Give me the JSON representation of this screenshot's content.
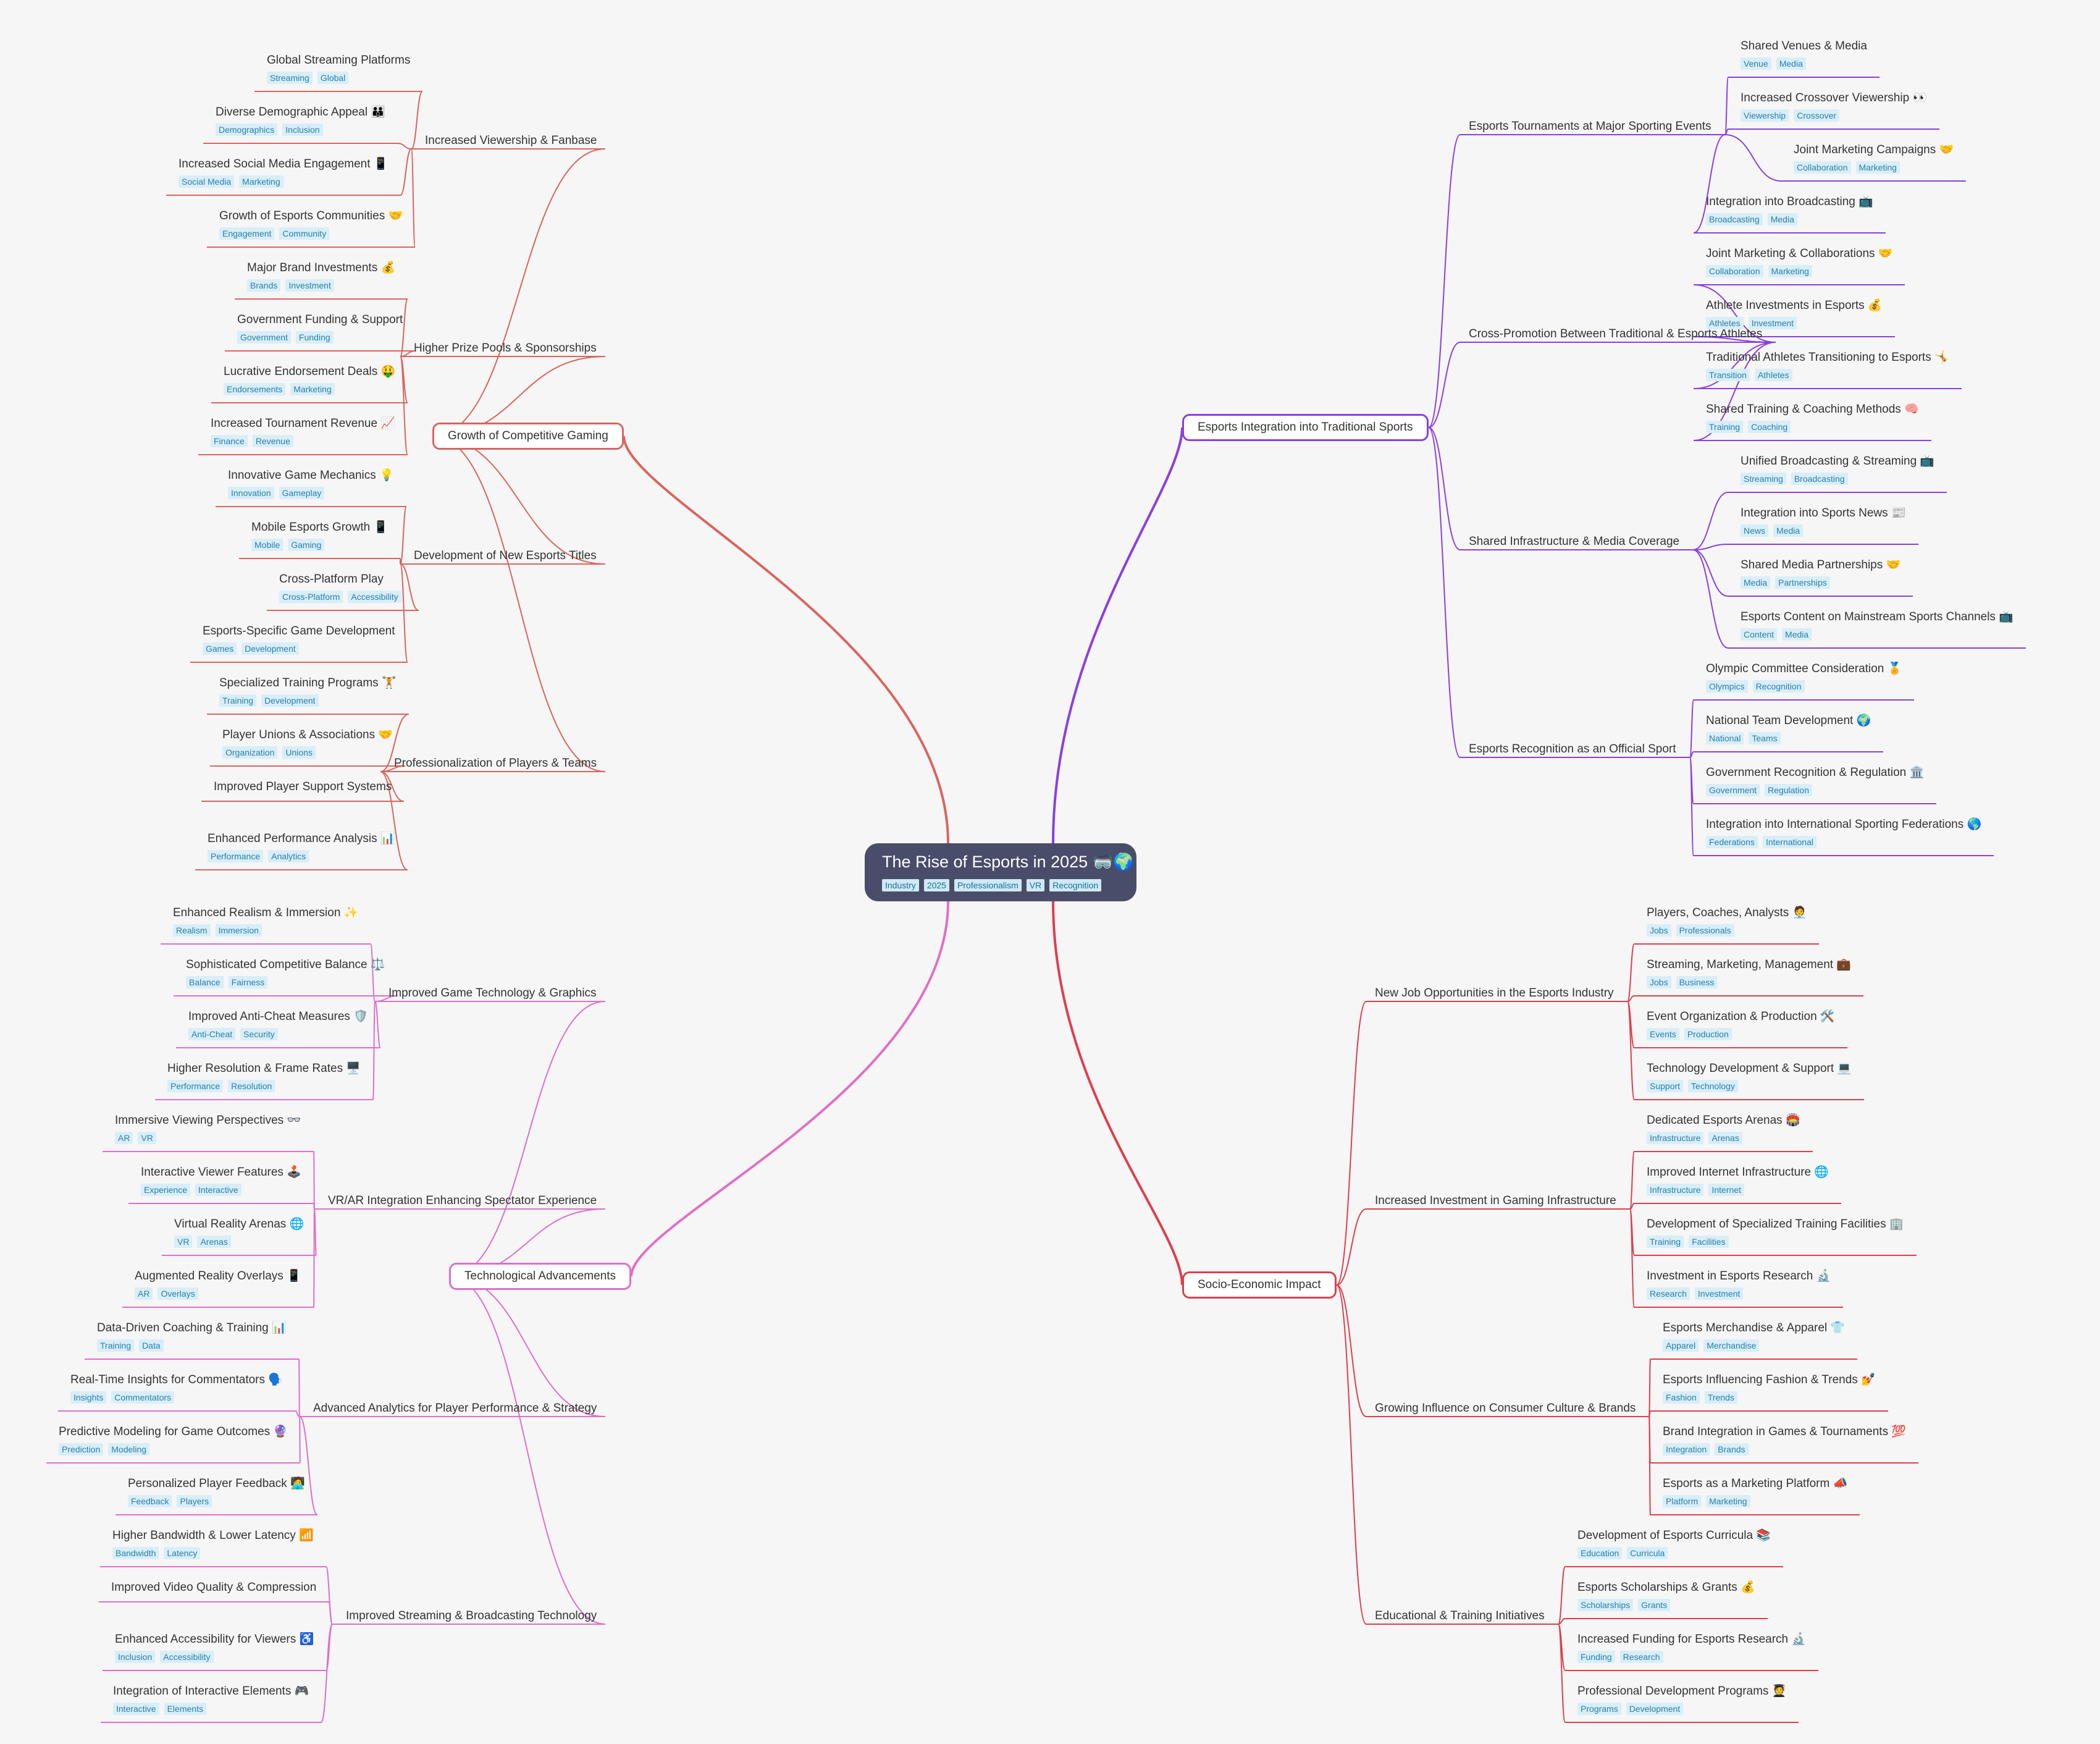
{
  "root": {
    "title": "The Rise of Esports in 2025 🥽🌍",
    "tags": [
      "Industry",
      "2025",
      "Professionalism",
      "VR",
      "Recognition"
    ]
  },
  "branches": [
    {
      "id": "growth",
      "label": "Growth of Competitive Gaming",
      "color": "#d9655f",
      "subs": [
        {
          "label": "Increased Viewership & Fanbase",
          "leaves": [
            {
              "label": "Global Streaming Platforms",
              "tags": [
                "Streaming",
                "Global"
              ]
            },
            {
              "label": "Diverse Demographic Appeal 👪",
              "tags": [
                "Demographics",
                "Inclusion"
              ]
            },
            {
              "label": "Increased Social Media Engagement 📱",
              "tags": [
                "Social Media",
                "Marketing"
              ]
            },
            {
              "label": "Growth of Esports Communities 🤝",
              "tags": [
                "Engagement",
                "Community"
              ]
            }
          ]
        },
        {
          "label": "Higher Prize Pools & Sponsorships",
          "leaves": [
            {
              "label": "Major Brand Investments 💰",
              "tags": [
                "Brands",
                "Investment"
              ]
            },
            {
              "label": "Government Funding & Support",
              "tags": [
                "Government",
                "Funding"
              ]
            },
            {
              "label": "Lucrative Endorsement Deals 🤑",
              "tags": [
                "Endorsements",
                "Marketing"
              ]
            },
            {
              "label": "Increased Tournament Revenue 📈",
              "tags": [
                "Finance",
                "Revenue"
              ]
            }
          ]
        },
        {
          "label": "Development of New Esports Titles",
          "leaves": [
            {
              "label": "Innovative Game Mechanics 💡",
              "tags": [
                "Innovation",
                "Gameplay"
              ]
            },
            {
              "label": "Mobile Esports Growth 📱",
              "tags": [
                "Mobile",
                "Gaming"
              ]
            },
            {
              "label": "Cross-Platform Play",
              "tags": [
                "Cross-Platform",
                "Accessibility"
              ]
            },
            {
              "label": "Esports-Specific Game Development",
              "tags": [
                "Games",
                "Development"
              ]
            }
          ]
        },
        {
          "label": "Professionalization of Players & Teams",
          "leaves": [
            {
              "label": "Specialized Training Programs 🏋️",
              "tags": [
                "Training",
                "Development"
              ]
            },
            {
              "label": "Player Unions & Associations 🤝",
              "tags": [
                "Organization",
                "Unions"
              ]
            },
            {
              "label": "Improved Player Support Systems",
              "tags": []
            },
            {
              "label": "Enhanced Performance Analysis 📊",
              "tags": [
                "Performance",
                "Analytics"
              ]
            }
          ]
        }
      ]
    },
    {
      "id": "tech",
      "label": "Technological Advancements",
      "color": "#df6fc8",
      "subs": [
        {
          "label": "Improved Game Technology & Graphics",
          "leaves": [
            {
              "label": "Enhanced Realism & Immersion ✨",
              "tags": [
                "Realism",
                "Immersion"
              ]
            },
            {
              "label": "Sophisticated Competitive Balance ⚖️",
              "tags": [
                "Balance",
                "Fairness"
              ]
            },
            {
              "label": "Improved Anti-Cheat Measures 🛡️",
              "tags": [
                "Anti-Cheat",
                "Security"
              ]
            },
            {
              "label": "Higher Resolution & Frame Rates 🖥️",
              "tags": [
                "Performance",
                "Resolution"
              ]
            }
          ]
        },
        {
          "label": "VR/AR Integration Enhancing Spectator Experience",
          "leaves": [
            {
              "label": "Immersive Viewing Perspectives 👓",
              "tags": [
                "AR",
                "VR"
              ]
            },
            {
              "label": "Interactive Viewer Features 🕹️",
              "tags": [
                "Experience",
                "Interactive"
              ]
            },
            {
              "label": "Virtual Reality Arenas 🌐",
              "tags": [
                "VR",
                "Arenas"
              ]
            },
            {
              "label": "Augmented Reality Overlays 📱",
              "tags": [
                "AR",
                "Overlays"
              ]
            }
          ]
        },
        {
          "label": "Advanced Analytics for Player Performance & Strategy",
          "leaves": [
            {
              "label": "Data-Driven Coaching & Training 📊",
              "tags": [
                "Training",
                "Data"
              ]
            },
            {
              "label": "Real-Time Insights for Commentators 🗣️",
              "tags": [
                "Insights",
                "Commentators"
              ]
            },
            {
              "label": "Predictive Modeling for Game Outcomes 🔮",
              "tags": [
                "Prediction",
                "Modeling"
              ]
            },
            {
              "label": "Personalized Player Feedback 🧑‍💻",
              "tags": [
                "Feedback",
                "Players"
              ]
            }
          ]
        },
        {
          "label": "Improved Streaming & Broadcasting Technology",
          "leaves": [
            {
              "label": "Higher Bandwidth & Lower Latency 📶",
              "tags": [
                "Bandwidth",
                "Latency"
              ]
            },
            {
              "label": "Improved Video Quality & Compression",
              "tags": []
            },
            {
              "label": "Enhanced Accessibility for Viewers ♿",
              "tags": [
                "Inclusion",
                "Accessibility"
              ]
            },
            {
              "label": "Integration of Interactive Elements 🎮",
              "tags": [
                "Interactive",
                "Elements"
              ]
            }
          ]
        }
      ]
    },
    {
      "id": "integration",
      "label": "Esports Integration into Traditional Sports",
      "color": "#8a3fe0",
      "subs": [
        {
          "label": "Esports Tournaments at Major Sporting Events",
          "leaves": [
            {
              "label": "Shared Venues & Media",
              "tags": [
                "Venue",
                "Media"
              ]
            },
            {
              "label": "Increased Crossover Viewership 👀",
              "tags": [
                "Viewership",
                "Crossover"
              ]
            },
            {
              "label": "Joint Marketing Campaigns 🤝",
              "tags": [
                "Collaboration",
                "Marketing"
              ]
            },
            {
              "label": "Integration into Broadcasting 📺",
              "tags": [
                "Broadcasting",
                "Media"
              ]
            }
          ]
        },
        {
          "label": "Cross-Promotion Between Traditional & Esports Athletes",
          "leaves": [
            {
              "label": "Joint Marketing & Collaborations 🤝",
              "tags": [
                "Collaboration",
                "Marketing"
              ]
            },
            {
              "label": "Athlete Investments in Esports 💰",
              "tags": [
                "Athletes",
                "Investment"
              ]
            },
            {
              "label": "Traditional Athletes Transitioning to Esports 🤸",
              "tags": [
                "Transition",
                "Athletes"
              ]
            },
            {
              "label": "Shared Training & Coaching Methods 🧠",
              "tags": [
                "Training",
                "Coaching"
              ]
            }
          ]
        },
        {
          "label": "Shared Infrastructure & Media Coverage",
          "leaves": [
            {
              "label": "Unified Broadcasting & Streaming 📺",
              "tags": [
                "Streaming",
                "Broadcasting"
              ]
            },
            {
              "label": "Integration into Sports News 📰",
              "tags": [
                "News",
                "Media"
              ]
            },
            {
              "label": "Shared Media Partnerships 🤝",
              "tags": [
                "Media",
                "Partnerships"
              ]
            },
            {
              "label": "Esports Content on Mainstream Sports Channels 📺",
              "tags": [
                "Content",
                "Media"
              ]
            }
          ]
        },
        {
          "label": "Esports Recognition as an Official Sport",
          "leaves": [
            {
              "label": "Olympic Committee Consideration 🏅",
              "tags": [
                "Olympics",
                "Recognition"
              ]
            },
            {
              "label": "National Team Development 🌍",
              "tags": [
                "National",
                "Teams"
              ]
            },
            {
              "label": "Government Recognition & Regulation 🏛️",
              "tags": [
                "Government",
                "Regulation"
              ]
            },
            {
              "label": "Integration into International Sporting Federations 🌎",
              "tags": [
                "Federations",
                "International"
              ]
            }
          ]
        }
      ]
    },
    {
      "id": "socio",
      "label": "Socio-Economic Impact",
      "color": "#de3e4e",
      "subs": [
        {
          "label": "New Job Opportunities in the Esports Industry",
          "leaves": [
            {
              "label": "Players, Coaches, Analysts 🧑‍💼",
              "tags": [
                "Jobs",
                "Professionals"
              ]
            },
            {
              "label": "Streaming, Marketing, Management 💼",
              "tags": [
                "Jobs",
                "Business"
              ]
            },
            {
              "label": "Event Organization & Production 🛠️",
              "tags": [
                "Events",
                "Production"
              ]
            },
            {
              "label": "Technology Development & Support 💻",
              "tags": [
                "Support",
                "Technology"
              ]
            }
          ]
        },
        {
          "label": "Increased Investment in Gaming Infrastructure",
          "leaves": [
            {
              "label": "Dedicated Esports Arenas 🏟️",
              "tags": [
                "Infrastructure",
                "Arenas"
              ]
            },
            {
              "label": "Improved Internet Infrastructure 🌐",
              "tags": [
                "Infrastructure",
                "Internet"
              ]
            },
            {
              "label": "Development of Specialized Training Facilities 🏢",
              "tags": [
                "Training",
                "Facilities"
              ]
            },
            {
              "label": "Investment in Esports Research 🔬",
              "tags": [
                "Research",
                "Investment"
              ]
            }
          ]
        },
        {
          "label": "Growing Influence on Consumer Culture & Brands",
          "leaves": [
            {
              "label": "Esports Merchandise & Apparel 👕",
              "tags": [
                "Apparel",
                "Merchandise"
              ]
            },
            {
              "label": "Esports Influencing Fashion & Trends 💅",
              "tags": [
                "Fashion",
                "Trends"
              ]
            },
            {
              "label": "Brand Integration in Games & Tournaments 💯",
              "tags": [
                "Integration",
                "Brands"
              ]
            },
            {
              "label": "Esports as a Marketing Platform 📣",
              "tags": [
                "Platform",
                "Marketing"
              ]
            }
          ]
        },
        {
          "label": "Educational & Training Initiatives",
          "leaves": [
            {
              "label": "Development of Esports Curricula 📚",
              "tags": [
                "Education",
                "Curricula"
              ]
            },
            {
              "label": "Esports Scholarships & Grants 💰",
              "tags": [
                "Scholarships",
                "Grants"
              ]
            },
            {
              "label": "Increased Funding for Esports Research 🔬",
              "tags": [
                "Funding",
                "Research"
              ]
            },
            {
              "label": "Professional Development Programs 🧑‍🎓",
              "tags": [
                "Programs",
                "Development"
              ]
            }
          ]
        }
      ]
    }
  ]
}
